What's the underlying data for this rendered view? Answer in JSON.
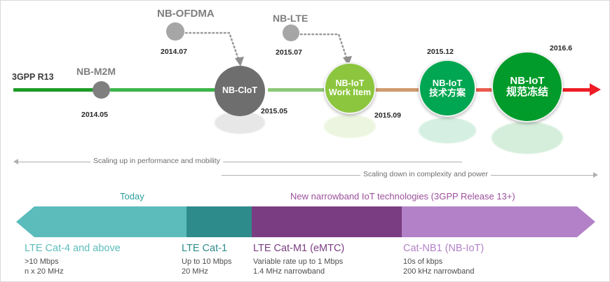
{
  "timeline": {
    "start_label": "3GPP R13",
    "end_arrow_color": "#ee1c25",
    "nodes": [
      {
        "id": "nb-m2m",
        "title": "NB-M2M",
        "date": "2014.05",
        "inner": "",
        "color": "#7f7f7f"
      },
      {
        "id": "nb-ofdma",
        "title": "NB-OFDMA",
        "date": "2014.07",
        "inner": "",
        "color": "#a6a6a6"
      },
      {
        "id": "nb-ciot",
        "title": "",
        "date": "2015.05",
        "inner": "NB-CIoT",
        "color": "#6e6e6e"
      },
      {
        "id": "nb-lte",
        "title": "NB-LTE",
        "date": "2015.07",
        "inner": "",
        "color": "#a6a6a6"
      },
      {
        "id": "nb-iot-wi",
        "title": "",
        "date": "2015.09",
        "inner": "NB-IoT\nWork Item",
        "color": "#8cc63e"
      },
      {
        "id": "nb-iot-tech",
        "title": "",
        "date": "2015.12",
        "inner": "NB-IoT\n技术方案",
        "color": "#00a651"
      },
      {
        "id": "nb-iot-froz",
        "title": "",
        "date": "2016.6",
        "inner": "NB-IoT\n规范冻结",
        "color": "#009b2a"
      }
    ]
  },
  "scaling": {
    "up": "Scaling up in performance and mobility",
    "down": "Scaling down in complexity and power"
  },
  "bottom": {
    "captions": [
      {
        "text": "Today",
        "color": "#2e9e9e"
      },
      {
        "text": "New narrowband IoT technologies (3GPP Release 13+)",
        "color": "#9b4f9b"
      }
    ],
    "segments": [
      {
        "name": "lte-cat4",
        "title": "LTE Cat-4 and above",
        "title_color": "#5cbcbc",
        "fill": "#5cbcbc",
        "lines": [
          ">10 Mbps",
          "n x 20 MHz"
        ]
      },
      {
        "name": "lte-cat1",
        "title": "LTE Cat-1",
        "title_color": "#2e8b8b",
        "fill": "#2e8b8b",
        "lines": [
          "Up to 10 Mbps",
          "20 MHz"
        ]
      },
      {
        "name": "lte-cat-m1",
        "title": "LTE Cat-M1 (eMTC)",
        "title_color": "#7b3d82",
        "fill": "#7b3d82",
        "lines": [
          "Variable rate up to 1 Mbps",
          "1.4 MHz narrowband"
        ]
      },
      {
        "name": "cat-nb1",
        "title": "Cat-NB1 (NB-IoT)",
        "title_color": "#b381c8",
        "fill": "#b381c8",
        "lines": [
          "10s of kbps",
          "200 kHz narrowband"
        ]
      }
    ]
  }
}
